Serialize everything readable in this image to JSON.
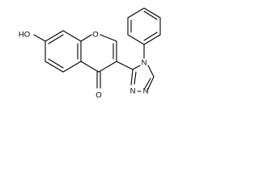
{
  "molecule": {
    "atoms": {
      "hydroxyl": "HO",
      "ring_oxygen": "O",
      "carbonyl_oxygen": "O",
      "triazole_n4": "N",
      "triazole_n1": "N",
      "triazole_n2": "N"
    }
  }
}
